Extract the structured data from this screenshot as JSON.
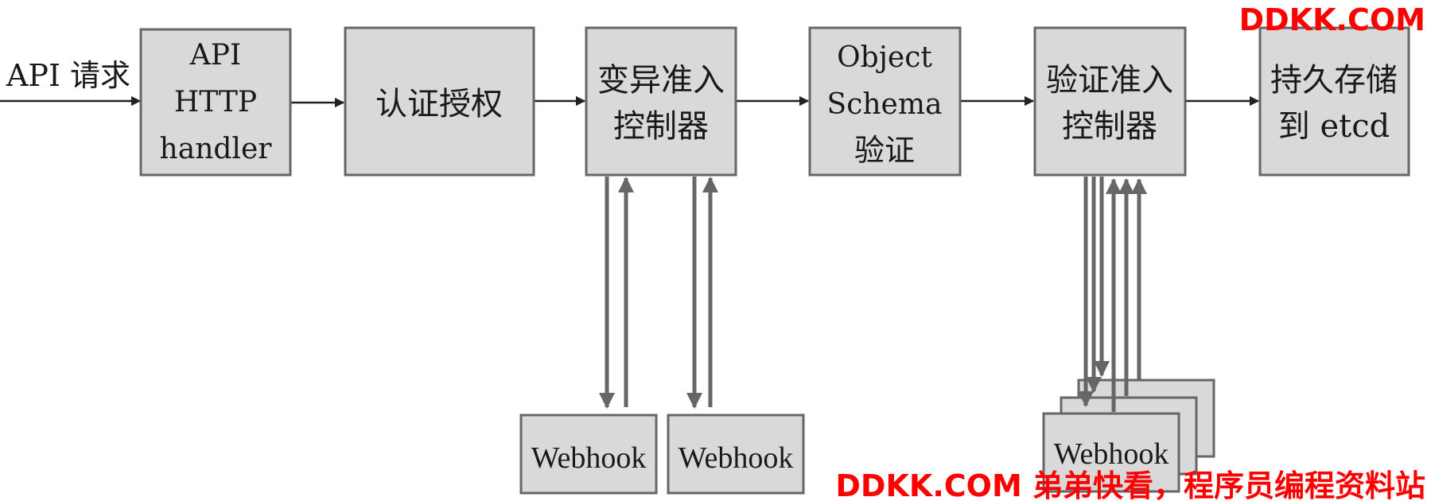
{
  "input_label": "API 请求",
  "boxes": {
    "api_handler": [
      "API",
      "HTTP",
      "handler"
    ],
    "auth": [
      "认证授权"
    ],
    "mutating": [
      "变异准入",
      "控制器"
    ],
    "schema": [
      "Object",
      "Schema",
      "验证"
    ],
    "validating": [
      "验证准入",
      "控制器"
    ],
    "persist": [
      "持久存储",
      "到 etcd"
    ]
  },
  "webhooks": [
    "Webhook",
    "Webhook",
    "Webhook"
  ],
  "watermark_top": "DDKK.COM",
  "watermark_bottom": "DDKK.COM 弟弟快看，程序员编程资料站",
  "colors": {
    "box_fill": "#d9d9d9",
    "box_stroke": "#666666",
    "watermark": "#ff0000"
  }
}
